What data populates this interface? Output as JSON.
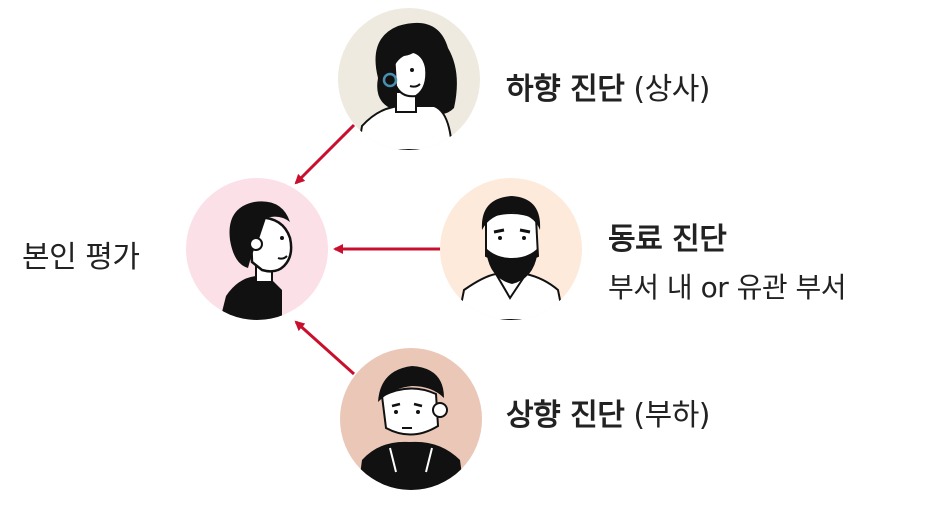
{
  "self": {
    "title": "본인 평가"
  },
  "downward": {
    "title": "하향 진단",
    "paren": "(상사)"
  },
  "peer": {
    "title": "동료 진단",
    "subtitle": "부서 내 or 유관 부서"
  },
  "upward": {
    "title": "상향 진단",
    "paren": "(부하)"
  },
  "colors": {
    "arrow": "#c8102e",
    "self_bg": "#fbe0e8",
    "boss_bg": "#efeadf",
    "peer_bg": "#fdeadb",
    "sub_bg": "#ebc7b7"
  }
}
